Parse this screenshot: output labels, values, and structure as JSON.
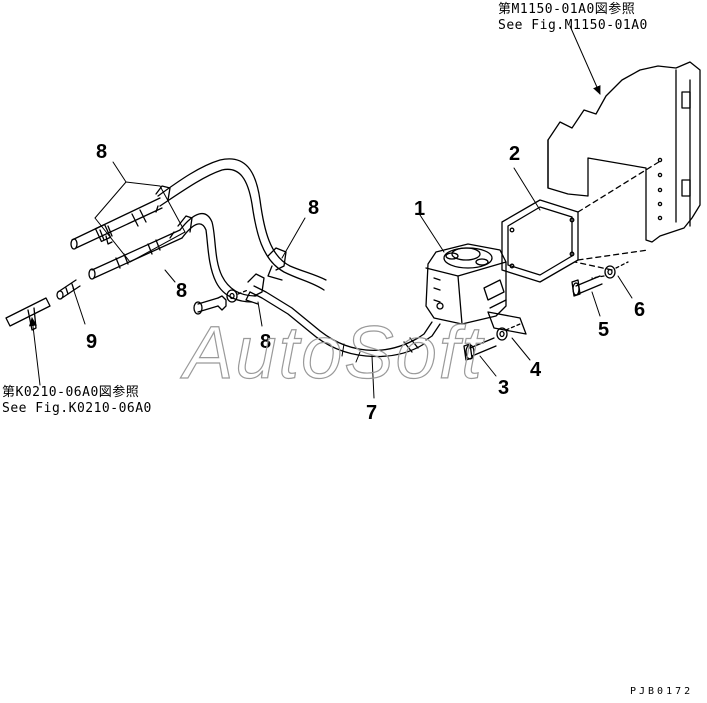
{
  "references": {
    "top_right_jp": "第M1150-01A0図参照",
    "top_right_en": "See Fig.M1150-01A0",
    "left_jp": "第K0210-06A0図参照",
    "left_en": "See Fig.K0210-06A0"
  },
  "callouts": {
    "c1": "1",
    "c2": "2",
    "c3": "3",
    "c4": "4",
    "c5": "5",
    "c6": "6",
    "c7": "7",
    "c8a": "8",
    "c8b": "8",
    "c8c": "8",
    "c8d": "8",
    "c9": "9"
  },
  "watermark": "AutoSoft",
  "drawing_code": "PJB0172"
}
